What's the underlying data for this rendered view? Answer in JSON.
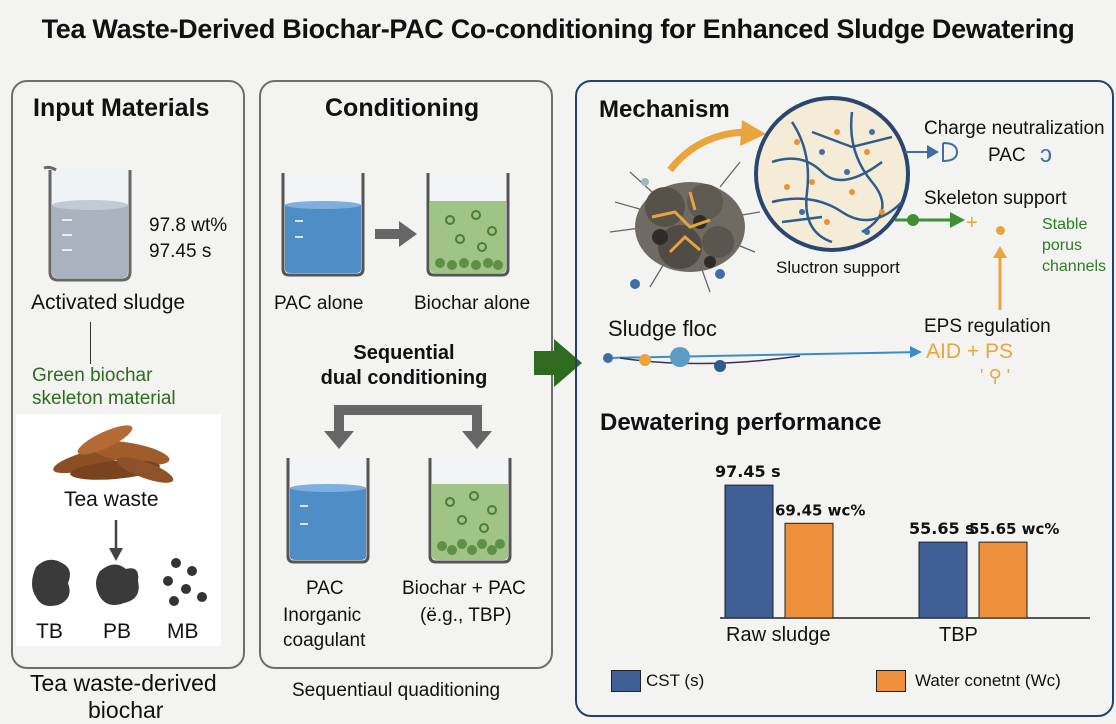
{
  "title": "Tea Waste-Derived Biochar-PAC Co-conditioning for Enhanced Sludge Dewatering",
  "input": {
    "heading": "Input Materials",
    "wt": "97.8 wt%",
    "cst": "97.45 s",
    "sludge_label": "Activated sludge",
    "green_line1": "Green biochar",
    "green_line2": "skeleton material",
    "tea_label": "Tea waste",
    "tb": "TB",
    "pb": "PB",
    "mb": "MB",
    "footer_line1": "Tea waste-derived",
    "footer_line2": "biochar"
  },
  "conditioning": {
    "heading": "Conditioning",
    "pac_alone": "PAC alone",
    "biochar_alone": "Biochar alone",
    "seq_line1": "Sequential",
    "seq_line2": "dual conditioning",
    "pac": "PAC",
    "inorganic1": "Inorganic",
    "inorganic2": "coagulant",
    "biochar_pac": "Biochar + PAC",
    "eg": "(ë.g., TBP)",
    "footer": "Sequentiaul quaditioning"
  },
  "mechanism": {
    "heading": "Mechanism",
    "charge": "Charge neutralization",
    "pac": "PAC",
    "skeleton": "Skeleton support",
    "stable1": "Stable",
    "stable2": "porus",
    "stable3": "channels",
    "sluctron": "Sluctron support",
    "floc": "Sludge floc",
    "eps": "EPS regulation",
    "aid_ps": "AID + PS"
  },
  "dewatering": {
    "heading": "Dewatering performance",
    "legend_cst": "CST (s)",
    "legend_wc": "Water conetnt (Wc)"
  },
  "chart_data": {
    "type": "bar",
    "categories": [
      "Raw sludge",
      "TBP"
    ],
    "series": [
      {
        "name": "CST (s)",
        "values": [
          97.45,
          55.65
        ],
        "color": "#3f5f96",
        "labels": [
          "97.45 s",
          "55.65 s"
        ]
      },
      {
        "name": "Water conetnt (Wc)",
        "values": [
          69.45,
          55.65
        ],
        "color": "#ee8f3c",
        "labels": [
          "69.45 wc%",
          "55.65 wc%"
        ]
      }
    ],
    "title": "Dewatering performance",
    "xlabel": "",
    "ylabel": "",
    "ylim": [
      0,
      110
    ],
    "legend": "bottom"
  }
}
